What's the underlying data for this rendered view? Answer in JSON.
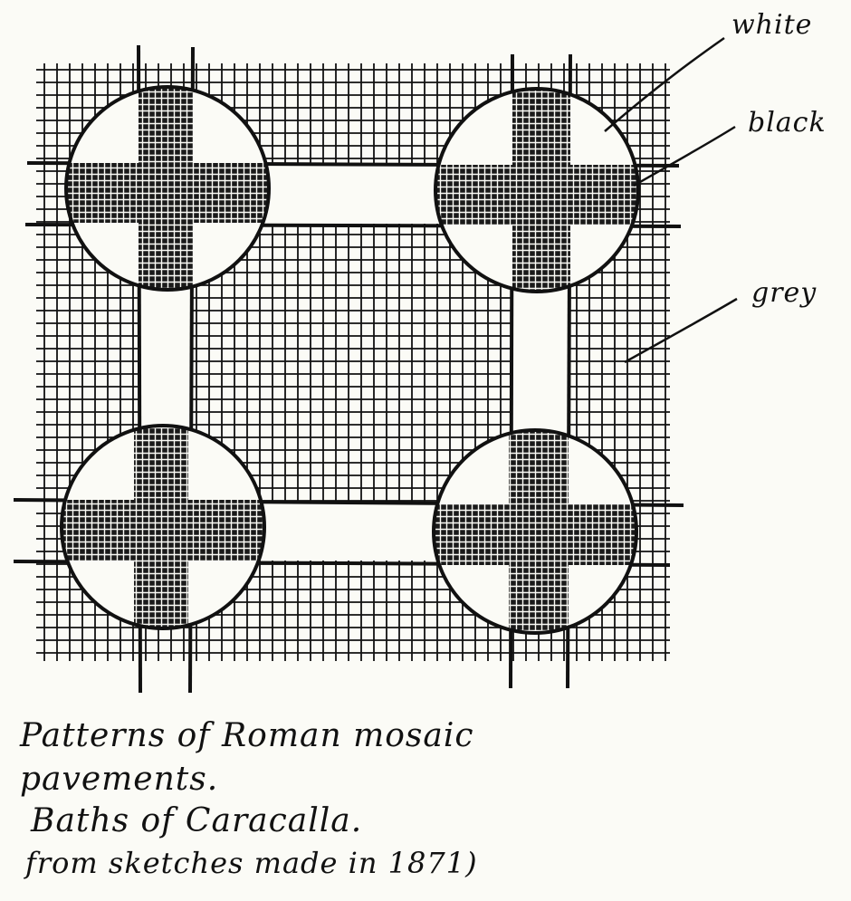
{
  "labels": {
    "white": "white",
    "black": "black",
    "grey": "grey"
  },
  "caption": {
    "line1": "Patterns of Roman mosaic",
    "line2": "pavements.",
    "line3": "Baths of Caracalla.",
    "line4": "from sketches made in 1871)"
  },
  "colors": {
    "ink": "#111111",
    "paper": "#fbfbf6"
  }
}
